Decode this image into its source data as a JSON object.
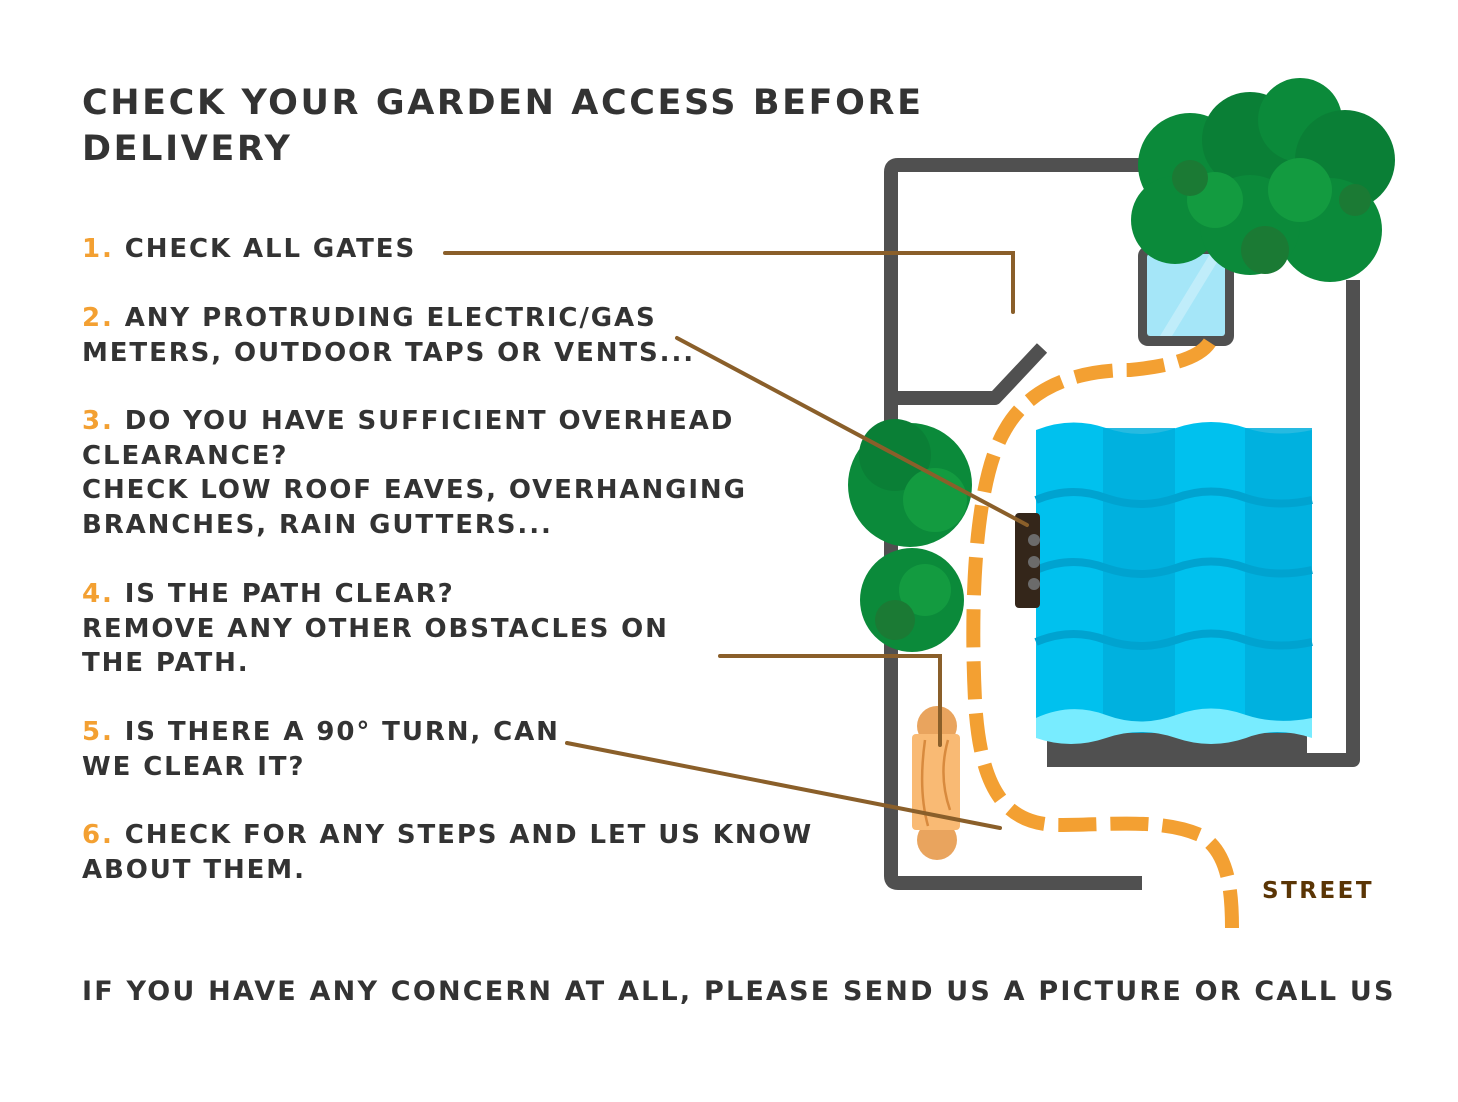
{
  "title": "CHECK YOUR GARDEN ACCESS BEFORE DELIVERY",
  "checklist": [
    {
      "number": "1.",
      "lines": [
        "CHECK ALL GATES"
      ]
    },
    {
      "number": "2.",
      "lines": [
        "ANY PROTRUDING ELECTRIC/GAS",
        "METERS, OUTDOOR TAPS OR VENTS..."
      ]
    },
    {
      "number": "3.",
      "lines": [
        "DO YOU HAVE SUFFICIENT OVERHEAD",
        "CLEARANCE?",
        "CHECK LOW ROOF EAVES, OVERHANGING",
        "BRANCHES, RAIN GUTTERS..."
      ]
    },
    {
      "number": "4.",
      "lines": [
        "IS THE PATH CLEAR?",
        "REMOVE ANY OTHER OBSTACLES ON",
        "THE PATH."
      ]
    },
    {
      "number": "5.",
      "lines": [
        "IS THERE A 90° TURN, CAN",
        "WE CLEAR IT?"
      ]
    },
    {
      "number": "6.",
      "lines": [
        "CHECK FOR ANY STEPS AND LET US KNOW",
        "ABOUT THEM."
      ]
    }
  ],
  "diagram": {
    "street_label": "STREET",
    "icons": [
      "garden-wall",
      "gate",
      "tree",
      "window",
      "house-roof",
      "utility-meter",
      "hedge",
      "log-step",
      "delivery-path"
    ]
  },
  "footer": "IF YOU HAVE ANY CONCERN AT ALL, PLEASE SEND US A PICTURE OR CALL US",
  "colors": {
    "text": "#333333",
    "number_accent": "#f3a032",
    "path": "#f3a032",
    "leader_line": "#8a5f2a",
    "wall": "#505050",
    "roof": "#00bbe9",
    "foliage": "#0b8a3a",
    "street_label": "#5a3505"
  }
}
